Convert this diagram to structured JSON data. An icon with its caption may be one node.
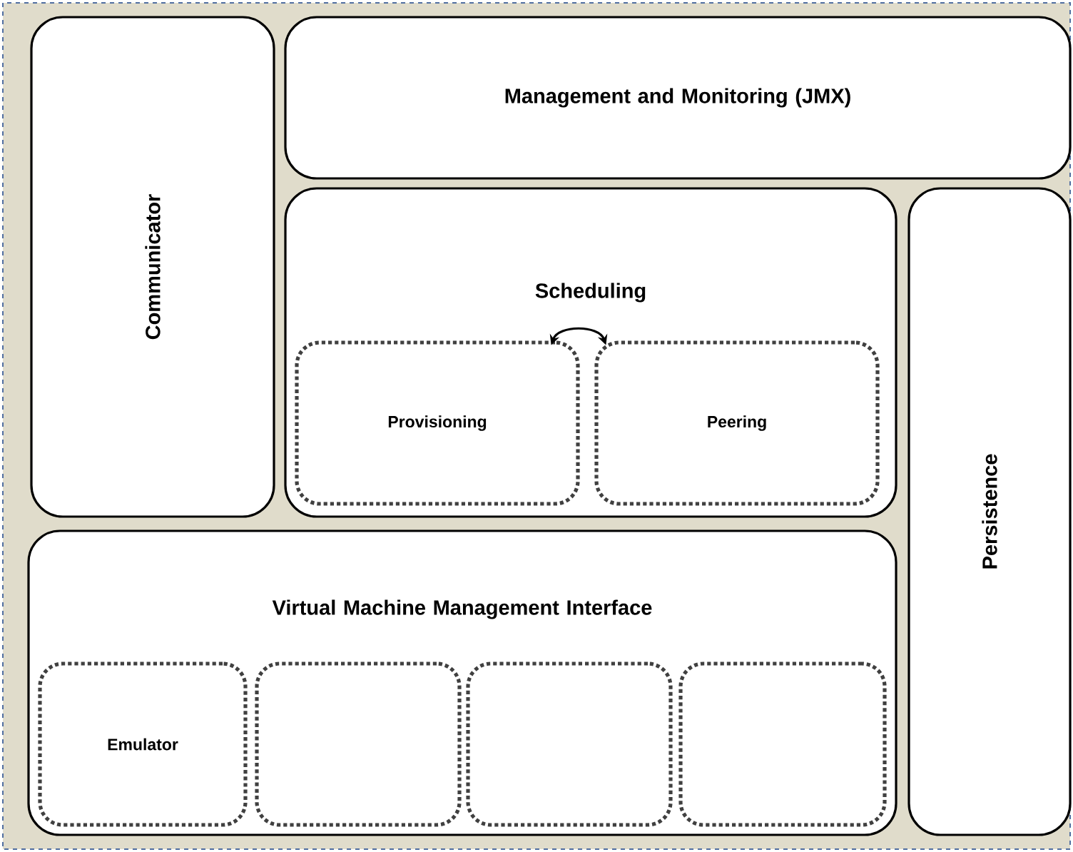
{
  "diagram": {
    "nodes": [
      {
        "text": [
          "Communicator"
        ]
      },
      {
        "text": [
          "Management and Monitoring (JMX)"
        ]
      },
      {
        "text": [
          "Scheduling"
        ]
      },
      {
        "text": [
          "Provisioning"
        ],
        "in": 2
      },
      {
        "text": [
          "Peering"
        ],
        "in": 2
      },
      {
        "text": [
          "Virtual Machine Management Interface"
        ]
      },
      {
        "text": [
          "Emulator"
        ],
        "in": 5
      },
      {
        "text": [],
        "shape": "box",
        "in": 5
      },
      {
        "text": [],
        "shape": "box",
        "in": 5
      },
      {
        "text": [],
        "shape": "box",
        "in": 5
      },
      {
        "text": [
          "Persistence"
        ]
      }
    ],
    "edges": [
      {
        "from": 3,
        "to": 4,
        "arrow": "both"
      }
    ]
  }
}
